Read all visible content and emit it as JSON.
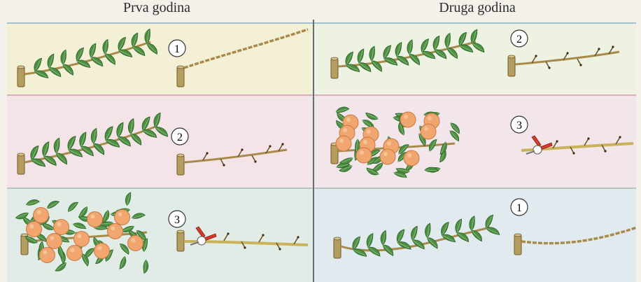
{
  "headers": {
    "left": "Prva godina",
    "right": "Druga godina"
  },
  "colors": {
    "row1_left": "#f3f0d6",
    "row1_right": "#eef2e2",
    "row2_left": "#f4e3e7",
    "row2_right": "#f2e6ea",
    "row3_left": "#e1ece6",
    "row3_right": "#e1eaee",
    "leaf": "#4f8f43",
    "leaf_dark": "#2f6a2f",
    "branch": "#a88b4a",
    "fruit": "#f0a66e",
    "shears": "#d63a2a"
  },
  "steps": {
    "r1_left": "1",
    "r1_right": "2",
    "r2_left": "2",
    "r2_right": "3",
    "r3_left": "3",
    "r3_right": "1"
  },
  "icons": {
    "pruning_shears": "pruning-shears-icon"
  }
}
